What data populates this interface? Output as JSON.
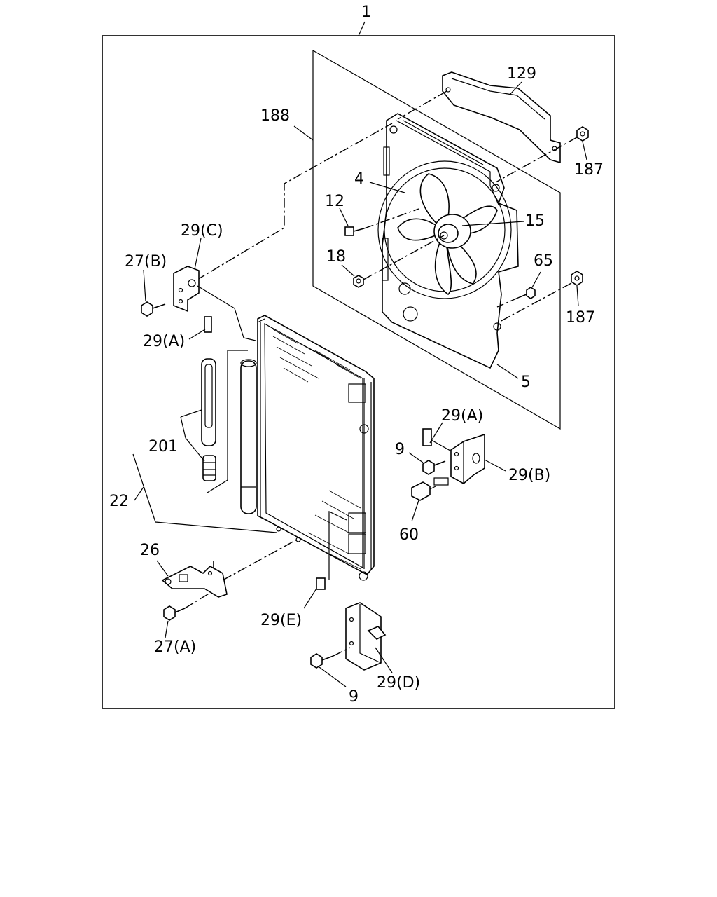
{
  "labels": {
    "assembly": "1",
    "shroud_bracket": "129",
    "nut_upper": "187",
    "nut_lower": "187",
    "fan_shroud_assy": "188",
    "fan": "4",
    "bolt_fan": "12",
    "fan_motor": "15",
    "nut_fan": "18",
    "bolt_shroud": "65",
    "shroud": "5",
    "bracket_c": "29(C)",
    "bolt_b": "27(B)",
    "bracket_a_left": "29(A)",
    "receiver_drier_kit": "201",
    "condenser": "22",
    "bracket_26": "26",
    "bolt_a": "27(A)",
    "bracket_e": "29(E)",
    "bracket_a_right": "29(A)",
    "bolt_9_right": "9",
    "bracket_b": "29(B)",
    "sensor_60": "60",
    "bracket_d": "29(D)",
    "bolt_9_bottom": "9"
  }
}
